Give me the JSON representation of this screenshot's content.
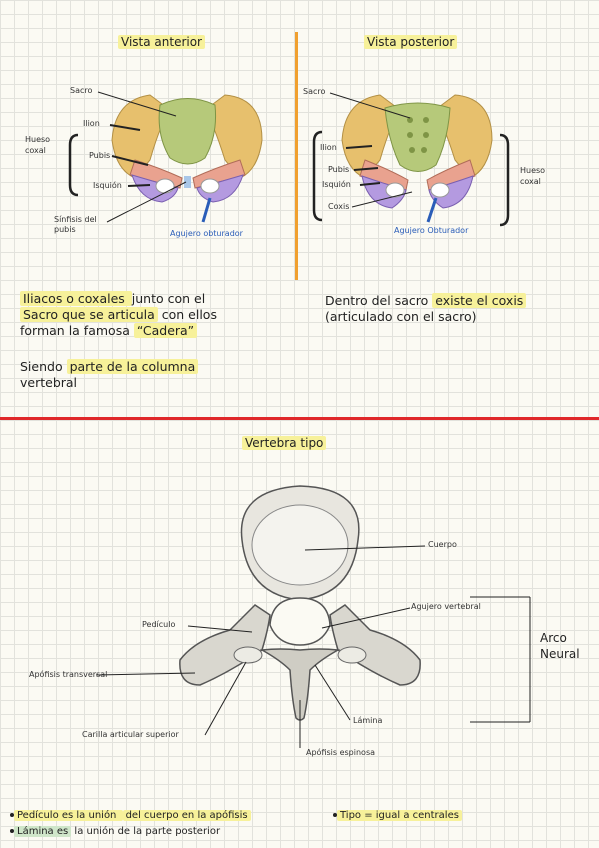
{
  "top_left": {
    "title": "Vista anterior",
    "labels": {
      "sacro": "Sacro",
      "ilion": "Ilion",
      "hueso_coxal": "Hueso\ncoxal",
      "pubis": "Pubis",
      "isquion": "Isquión",
      "sinfisis": "Sínfisis del\npubis",
      "agujero": "Agujero obturador"
    }
  },
  "top_right": {
    "title": "Vista posterior",
    "labels": {
      "sacro": "Sacro",
      "ilion": "Ilion",
      "pubis": "Pubis",
      "isquion": "Isquión",
      "coxis": "Coxis",
      "hueso_coxal": "Hueso\ncoxal",
      "agujero": "Agujero Obturador"
    }
  },
  "notes_left": {
    "line1_a": "Iliacos o coxales ",
    "line1_b": "junto con el",
    "line2_a": "Sacro que se articula",
    "line2_b": " con ellos",
    "line3_a": "forman la famosa ",
    "line3_b": "“Cadera”",
    "line4_a": "Siendo ",
    "line4_b": "parte de la columna",
    "line5": "vertebral"
  },
  "notes_right": {
    "line1_a": "Dentro del sacro ",
    "line1_b": "existe el coxis",
    "line2": "(articulado con el sacro)"
  },
  "vertebra": {
    "title": "Vertebra tipo",
    "labels": {
      "cuerpo": "Cuerpo",
      "agujero_vertebral": "Agujero vertebral",
      "arco_neural": "Arco\nNeural",
      "pediculo": "Pedículo",
      "apofisis_transversal": "Apófisis transversal",
      "lamina": "Lámina",
      "carilla": "Carilla articular superior",
      "apofisis_espinosa": "Apófisis espinosa"
    }
  },
  "footer": {
    "item1_a": "Pedículo es la unión ",
    "item1_b": "del cuerpo en la apófisis",
    "item2_a": "Lámina es",
    "item2_b": " la unión de la parte posterior",
    "item3": "Tipo = igual a centrales"
  },
  "colors": {
    "divider_orange": "#f0a030",
    "divider_red": "#e0282a",
    "highlight": "#f7f19a",
    "ilion": "#e7c06d",
    "sacro": "#b6c97a",
    "pubis": "#e9a28f",
    "isquion": "#b49ae0"
  }
}
